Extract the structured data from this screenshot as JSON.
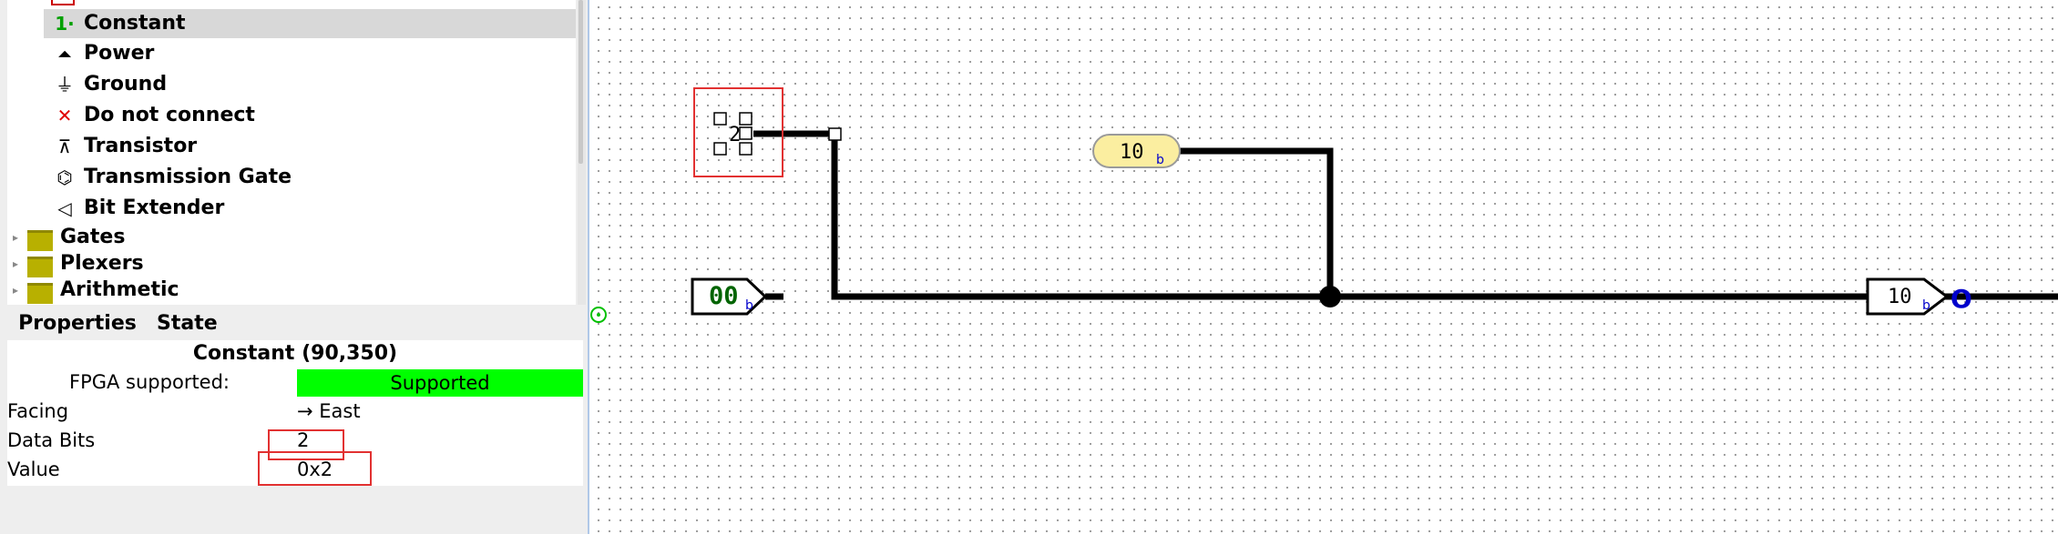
{
  "tree": {
    "items": [
      {
        "icon": "1·",
        "label": "Constant",
        "selected": true
      },
      {
        "icon": "⏶",
        "label": "Power"
      },
      {
        "icon": "⏚",
        "label": "Ground"
      },
      {
        "icon": "✕",
        "label": "Do not connect"
      },
      {
        "icon": "⊼",
        "label": "Transistor"
      },
      {
        "icon": "⌬",
        "label": "Transmission Gate"
      },
      {
        "icon": "◁",
        "label": "Bit Extender"
      }
    ],
    "folders": [
      {
        "label": "Gates"
      },
      {
        "label": "Plexers"
      },
      {
        "label": "Arithmetic"
      }
    ]
  },
  "tabs": {
    "properties": "Properties",
    "state": "State"
  },
  "props": {
    "title": "Constant (90,350)",
    "fpga_label": "FPGA supported:",
    "fpga_value": "Supported",
    "rows": [
      {
        "key": "Facing",
        "value": "→ East"
      },
      {
        "key": "Data Bits",
        "value": "2"
      },
      {
        "key": "Value",
        "value": "0x2"
      }
    ]
  },
  "circuit": {
    "constant_value": "2",
    "input_pin_value": "00",
    "probe_value": "10",
    "output_pin_value": "10",
    "radix": "b",
    "output_mark": "O",
    "colors": {
      "wire": "#000000",
      "probe_fill": "#fbeea0",
      "input_text": "#006400",
      "radix": "#0000cc",
      "select": "#e23131",
      "origin": "#00c000"
    }
  }
}
